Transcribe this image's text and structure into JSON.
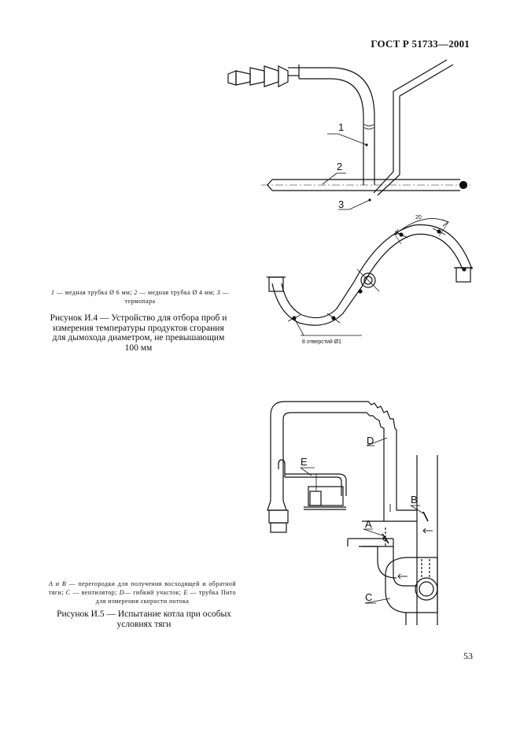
{
  "header": {
    "standard": "ГОСТ Р 51733—2001"
  },
  "figure_i4": {
    "labels": {
      "one": "1",
      "two": "2",
      "three": "3"
    },
    "dimension": "20",
    "holes_note": "8 отверстий Ø1",
    "legend": {
      "n1": "1",
      "t1": " — медная трубка Ø 6 мм; ",
      "n2": "2",
      "t2": " — медная трубка Ø 4 мм; ",
      "n3": "3",
      "t3": " — термопара"
    },
    "caption": "Рисунок И.4 — Устройство для отбора проб и измерения температуры продуктов сгорания для дымохода диаметром, не превышающим 100 мм"
  },
  "figure_i5": {
    "labels": {
      "a": "A",
      "b": "B",
      "c": "C",
      "d": "D",
      "e": "E"
    },
    "legend": {
      "la": "A",
      "and": " и ",
      "lb": "B",
      "t1": " — перегородки для получения восходящей и обратной тяги; ",
      "lc": "C",
      "t2": " — вентилятор; ",
      "ld": "D",
      "t3": "— гибкий участок; ",
      "le": "E",
      "t4": " — трубка Пито для измерения скорости потока"
    },
    "caption": "Рисунок И.5 — Испытание котла при особых условиях тяги"
  },
  "page_number": "53"
}
